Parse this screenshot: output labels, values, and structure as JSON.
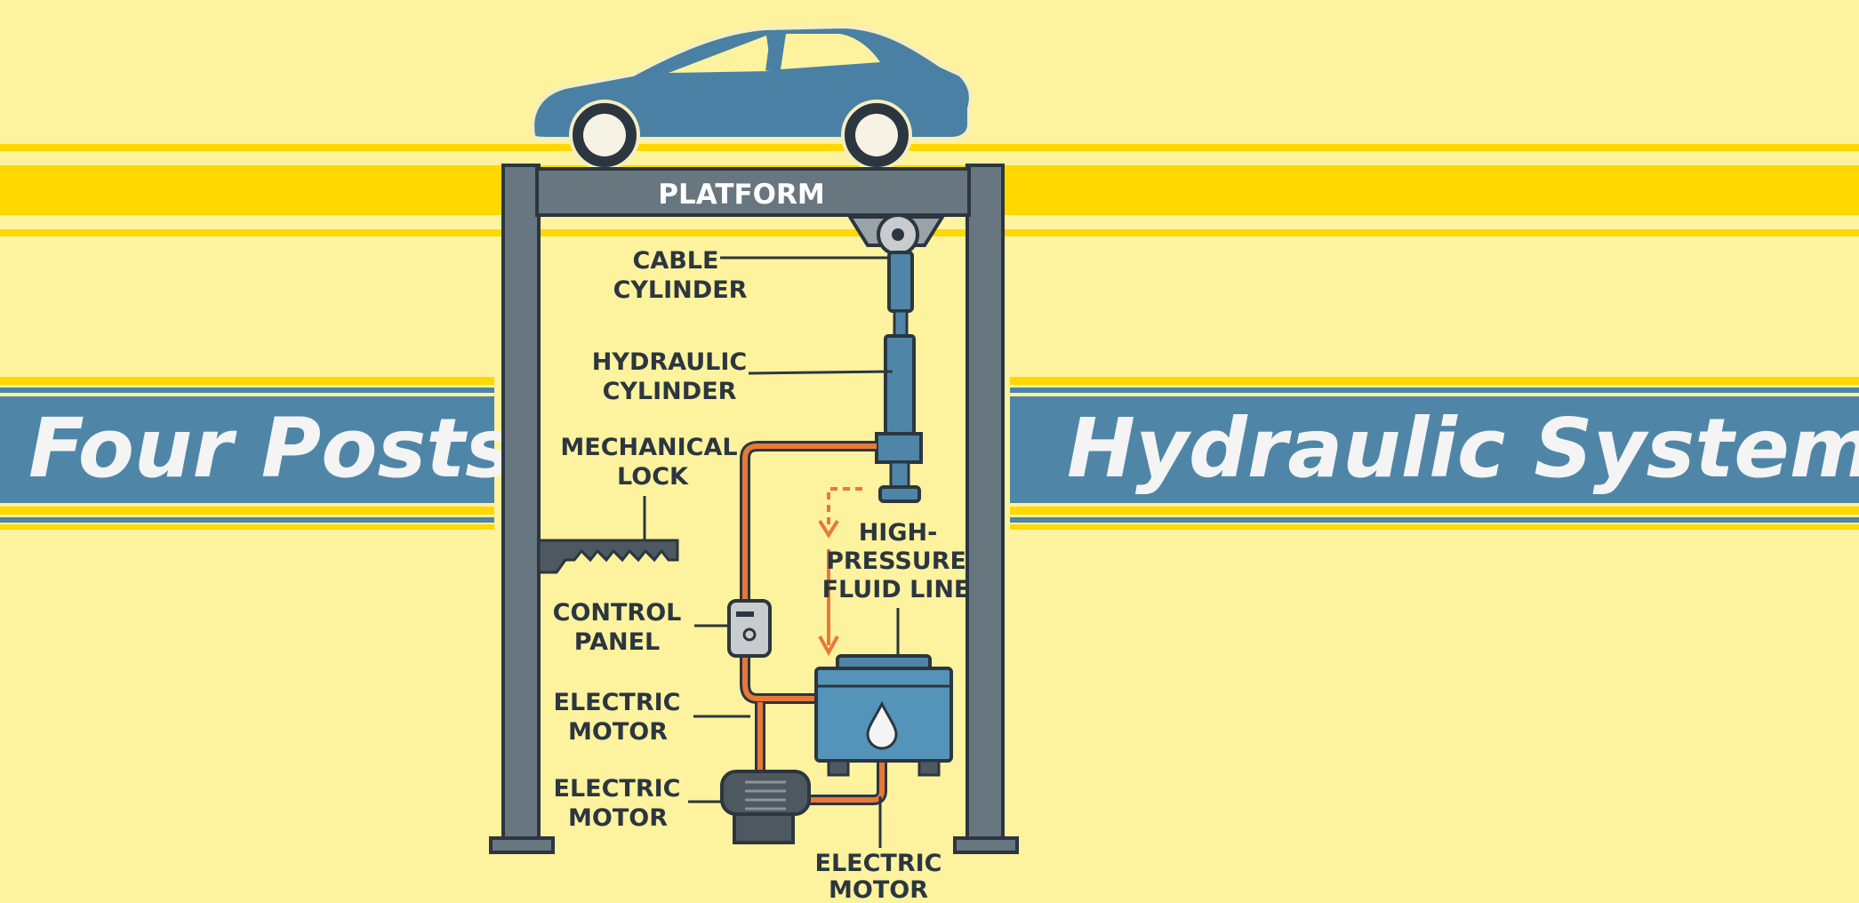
{
  "banners": {
    "left_title": "Four Posts",
    "right_title": "Hydraulic System"
  },
  "platform_label": "PLATFORM",
  "labels": {
    "cable_cylinder": [
      "CABLE",
      "CYLINDER"
    ],
    "hydraulic_cylinder": [
      "HYDRAULIC",
      "CYLINDER"
    ],
    "mechanical_lock": [
      "MECHANICAL",
      "LOCK"
    ],
    "high_pressure_fluid_line": [
      "HIGH-",
      "PRESSURE",
      "FLUID LINE"
    ],
    "control_panel": [
      "CONTROL",
      "PANEL"
    ],
    "electric_motor_1": [
      "ELECTRIC",
      "MOTOR"
    ],
    "electric_motor_2": [
      "ELECTRIC",
      "MOTOR"
    ],
    "electric_motor_3": [
      "ELECTRIC",
      "MOTOR"
    ]
  },
  "colors": {
    "background": "#fdf29e",
    "stripe_yellow": "#ffd800",
    "banner_blue": "#4f86a8",
    "frame_gray": "#687680",
    "outline": "#2b3640",
    "fluid_line": "#e87838",
    "car_blue": "#4a80a4",
    "reservoir_blue": "#5494b8"
  }
}
